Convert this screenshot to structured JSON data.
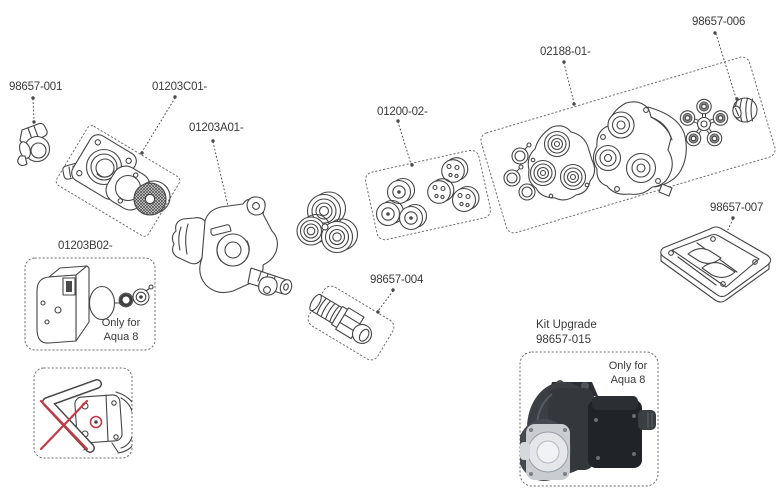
{
  "diagram": {
    "part_labels": {
      "elbow_fitting": "98657-001",
      "pump_head_kit": "01203C01-",
      "motor_housing": "01203A01-",
      "valve_kit": "01200-02-",
      "upper_housing_kit": "02188-01-",
      "bearing_kit": "98657-006",
      "mounting_base": "98657-007",
      "strainer_fitting": "98657-004",
      "pressure_switch_kit": "01203B02-"
    },
    "kit_upgrade": {
      "line1": "Kit Upgrade",
      "line2": "98657-015"
    },
    "only_for_note": {
      "line1": "Only for",
      "line2": "Aqua 8"
    },
    "colors": {
      "line_art": "#454545",
      "label_text": "#3a3a3a",
      "annotation_red": "#c83a46",
      "background": "#ffffff"
    }
  }
}
